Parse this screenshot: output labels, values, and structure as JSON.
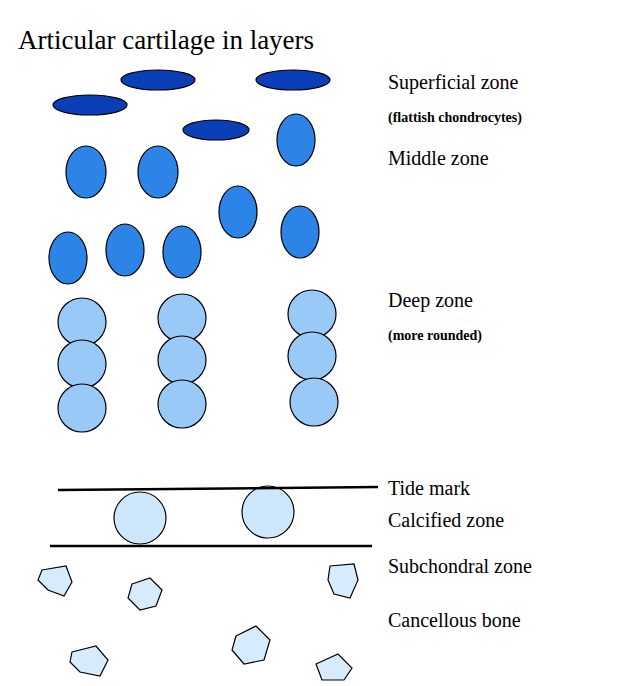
{
  "diagram": {
    "title": "Articular cartilage in layers",
    "labels": [
      "Superficial zone",
      "(flattish chondrocytes)",
      "Middle zone",
      "Deep zone",
      "(more rounded)",
      "Tide mark",
      "Calcified zone",
      "Subchondral zone",
      "Cancellous bone"
    ]
  }
}
